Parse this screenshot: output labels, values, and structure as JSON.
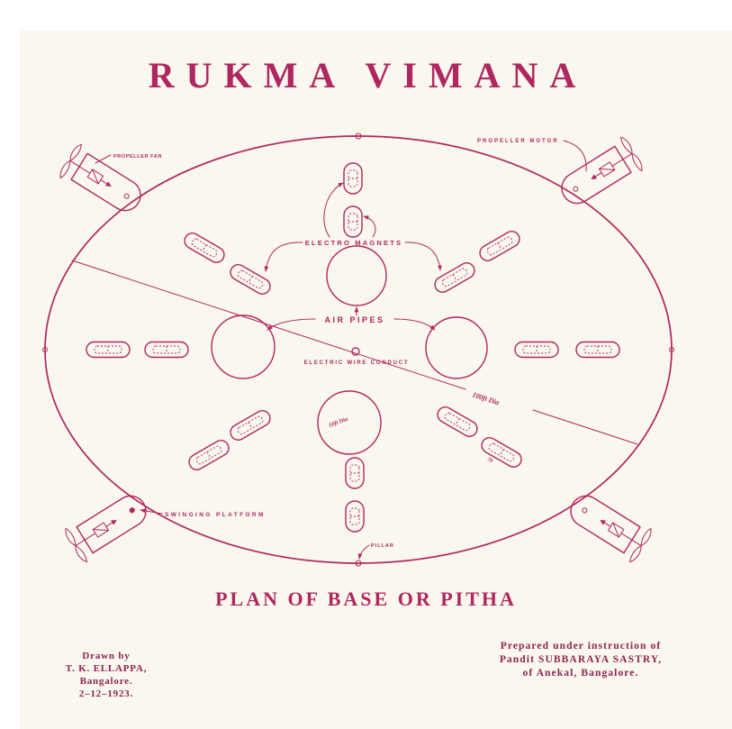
{
  "title": "RUKMA VIMANA",
  "subtitle": "PLAN OF BASE OR PITHA",
  "labels": {
    "propeller_fan": "PROPELLER FAN",
    "propeller_motor": "PROPELLER MOTOR",
    "electro_magnets": "ELECTRO MAGNETS",
    "air_pipes": "AIR PIPES",
    "electric_wire_conduct": "ELECTRIC WIRE CONDUCT",
    "base_diameter": "100ft Dia",
    "pipe_diameter": "10ft Dia",
    "capsule_length": "7ft",
    "swinging_platform": "SWINGING PLATFORM",
    "pillar": "PILLAR"
  },
  "credits": {
    "drawn_by": [
      "Drawn by",
      "T. K. ELLAPPA,",
      "Bangalore.",
      "2–12–1923."
    ],
    "prepared_by": [
      "Prepared under instruction of",
      "Pandit SUBBARAYA SASTRY,",
      "of Anekal, Bangalore."
    ]
  },
  "colors": {
    "ink": "#b0275f",
    "credit_ink": "#8e2352",
    "paper": "#f9f7ee"
  }
}
